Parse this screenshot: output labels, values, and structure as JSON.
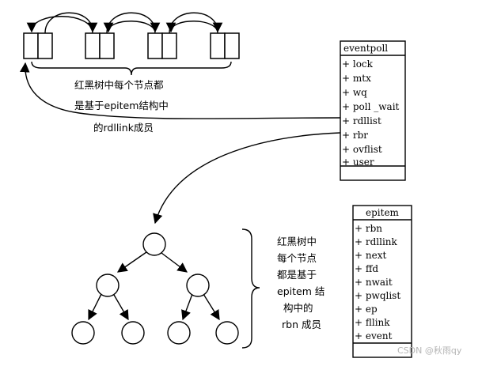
{
  "eventpoll": {
    "title": "eventpoll",
    "fields": [
      "+ lock",
      "+ mtx",
      "+ wq",
      "+ poll _wait",
      "+ rdllist",
      "+ rbr",
      "+ ovflist",
      "+ user"
    ]
  },
  "epitem": {
    "title": "epitem",
    "fields": [
      "+ rbn",
      "+ rdllink",
      "+ next",
      "+ ffd",
      "+ nwait",
      "+ pwqlist",
      "+ ep",
      "+ fllink",
      "+ event"
    ]
  },
  "list_note": {
    "lines": [
      "红黑树中每个节点都",
      "是基于epitem结构中",
      "的rdllink成员"
    ]
  },
  "tree_note": {
    "lines": [
      "红黑树中",
      "每个节点",
      "都是基于",
      "epitem 结",
      "构中的",
      "rbn 成员"
    ]
  },
  "watermark": "CSDN @秋雨qy"
}
